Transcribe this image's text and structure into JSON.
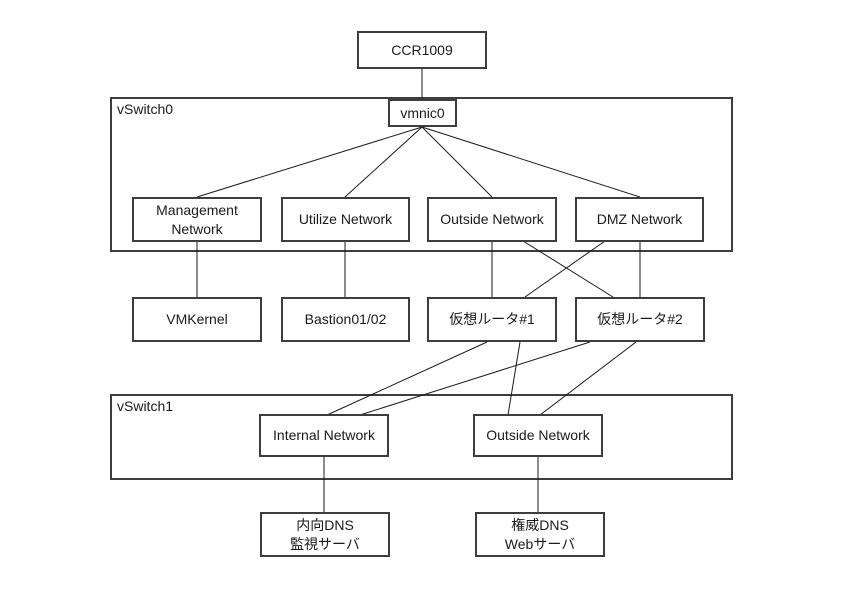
{
  "diagram": {
    "colors": {
      "node_border": "#3d3d3d",
      "wire": "#1a1a1a",
      "background": "#ffffff"
    },
    "ccr1009": {
      "label": "CCR1009"
    },
    "vswitch0": {
      "label": "vSwitch0",
      "vmnic0": {
        "label": "vmnic0"
      },
      "networks": {
        "management": {
          "label": "Management Network"
        },
        "utilize": {
          "label": "Utilize Network"
        },
        "outside": {
          "label": "Outside Network"
        },
        "dmz": {
          "label": "DMZ Network"
        }
      }
    },
    "hosts": {
      "vmkernel": {
        "label": "VMKernel"
      },
      "bastion": {
        "label": "Bastion01/02"
      },
      "router1": {
        "label": "仮想ルータ#1"
      },
      "router2": {
        "label": "仮想ルータ#2"
      }
    },
    "vswitch1": {
      "label": "vSwitch1",
      "networks": {
        "internal": {
          "label": "Internal Network"
        },
        "outside": {
          "label": "Outside Network"
        }
      }
    },
    "servers": {
      "dns_internal": {
        "label": "内向DNS\n監視サーバ"
      },
      "dns_web": {
        "label": "権威DNS\nWebサーバ"
      }
    },
    "edges": [
      {
        "from": "ccr1009",
        "to": "vmnic0"
      },
      {
        "from": "vmnic0",
        "to": "management-network"
      },
      {
        "from": "vmnic0",
        "to": "utilize-network"
      },
      {
        "from": "vmnic0",
        "to": "outside-network-vswitch0"
      },
      {
        "from": "vmnic0",
        "to": "dmz-network"
      },
      {
        "from": "management-network",
        "to": "vmkernel"
      },
      {
        "from": "utilize-network",
        "to": "bastion01-02"
      },
      {
        "from": "outside-network-vswitch0",
        "to": "virtual-router-1"
      },
      {
        "from": "outside-network-vswitch0",
        "to": "virtual-router-2"
      },
      {
        "from": "dmz-network",
        "to": "virtual-router-1"
      },
      {
        "from": "dmz-network",
        "to": "virtual-router-2"
      },
      {
        "from": "virtual-router-1",
        "to": "internal-network"
      },
      {
        "from": "virtual-router-1",
        "to": "outside-network-vswitch1"
      },
      {
        "from": "virtual-router-2",
        "to": "internal-network"
      },
      {
        "from": "virtual-router-2",
        "to": "outside-network-vswitch1"
      },
      {
        "from": "internal-network",
        "to": "internal-dns-monitor-server"
      },
      {
        "from": "outside-network-vswitch1",
        "to": "authoritative-dns-web-server"
      }
    ]
  }
}
